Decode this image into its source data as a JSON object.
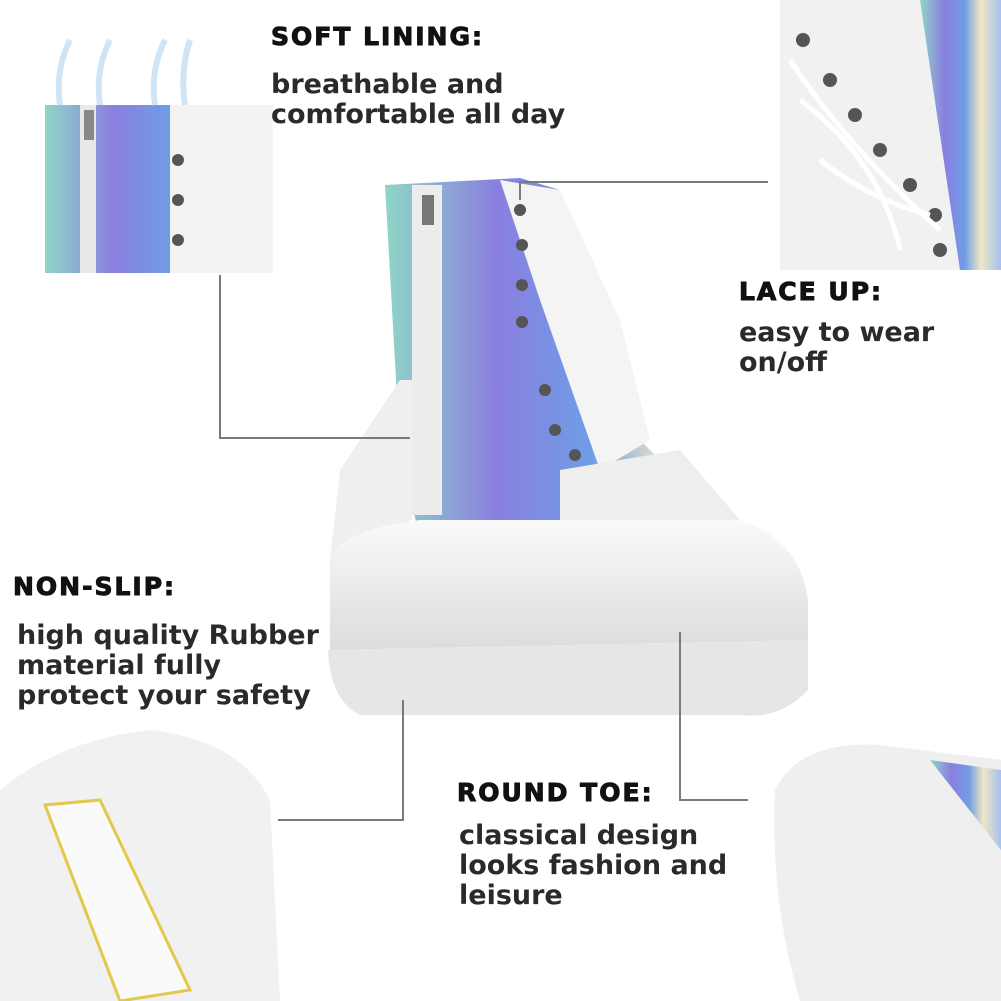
{
  "features": [
    {
      "title": "SOFT LINING:",
      "lines": [
        "breathable and",
        "comfortable all day"
      ]
    },
    {
      "title": "LACE UP:",
      "lines": [
        "easy to wear",
        "on/off"
      ]
    },
    {
      "title": "NON-SLIP:",
      "lines": [
        "high quality Rubber",
        "material fully",
        "protect your safety"
      ]
    },
    {
      "title": "ROUND TOE:",
      "lines": [
        "classical design",
        "looks fashion and",
        "leisure"
      ]
    }
  ],
  "colors": {
    "callout_line": "#7a7a7a",
    "boot_white": "#f2f2f2",
    "holo_blue": "#7f9be0",
    "holo_yellow": "#efe7c3"
  }
}
